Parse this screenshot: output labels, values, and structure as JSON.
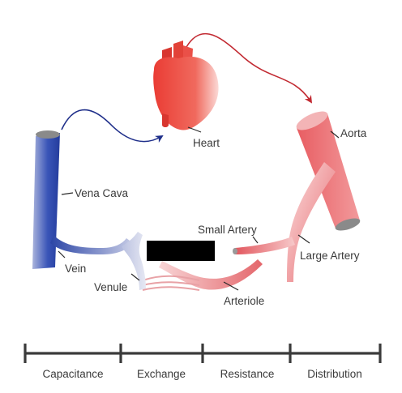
{
  "labels": {
    "heart": "Heart",
    "aorta": "Aorta",
    "vena_cava": "Vena Cava",
    "small_artery": "Small Artery",
    "large_artery": "Large Artery",
    "vein": "Vein",
    "venule": "Venule",
    "arteriole": "Arteriole"
  },
  "scale": {
    "sections": [
      "Capacitance",
      "Exchange",
      "Resistance",
      "Distribution"
    ]
  },
  "colors": {
    "arterial": "#e8545a",
    "arterial_light": "#f4b6b8",
    "venous": "#2b45a6",
    "venous_light": "#c9cde6",
    "arrow_red": "#c22a32",
    "arrow_blue": "#1f2f8a",
    "redacted_box": "#000000",
    "scale_line": "#3a3a3a"
  }
}
